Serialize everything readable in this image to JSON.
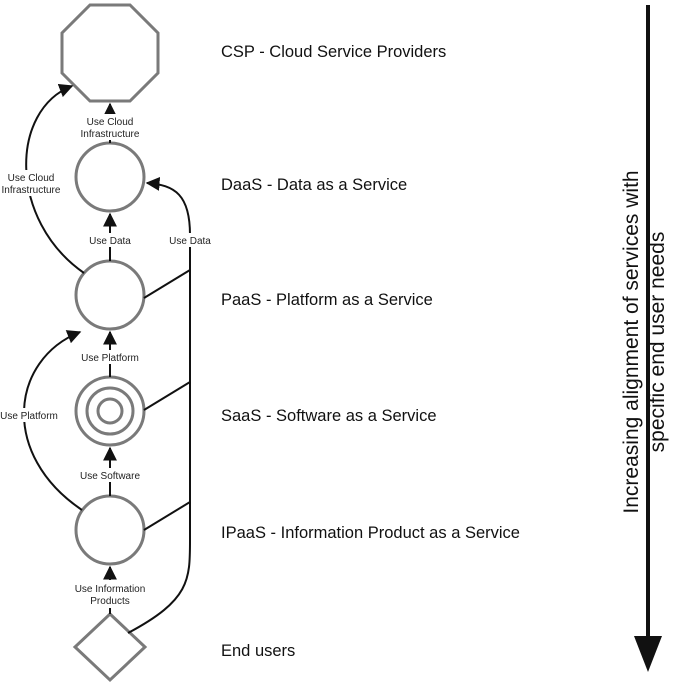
{
  "layers": {
    "csp": "CSP - Cloud Service Providers",
    "daas": "DaaS - Data as a Service",
    "paas": "PaaS - Platform as a Service",
    "saas": "SaaS - Software as a Service",
    "ipaas": "IPaaS - Information Product as a Service",
    "end_users": "End users"
  },
  "edges": {
    "daas_to_csp": [
      "Use Cloud",
      "Infrastructure"
    ],
    "paas_to_csp": [
      "Use Cloud",
      "Infrastructure"
    ],
    "paas_to_daas": "Use Data",
    "right_use_data": "Use Data",
    "saas_to_paas": "Use Platform",
    "ipaas_to_paas": "Use Platform",
    "ipaas_to_saas": "Use Software",
    "end_to_ipaas": [
      "Use Information",
      "Products"
    ]
  },
  "side_axis": {
    "line1": "Increasing alignment of services with",
    "line2": "specific end user needs"
  },
  "colors": {
    "shape_stroke": "#7a7a7a",
    "flow_line": "#111111"
  }
}
